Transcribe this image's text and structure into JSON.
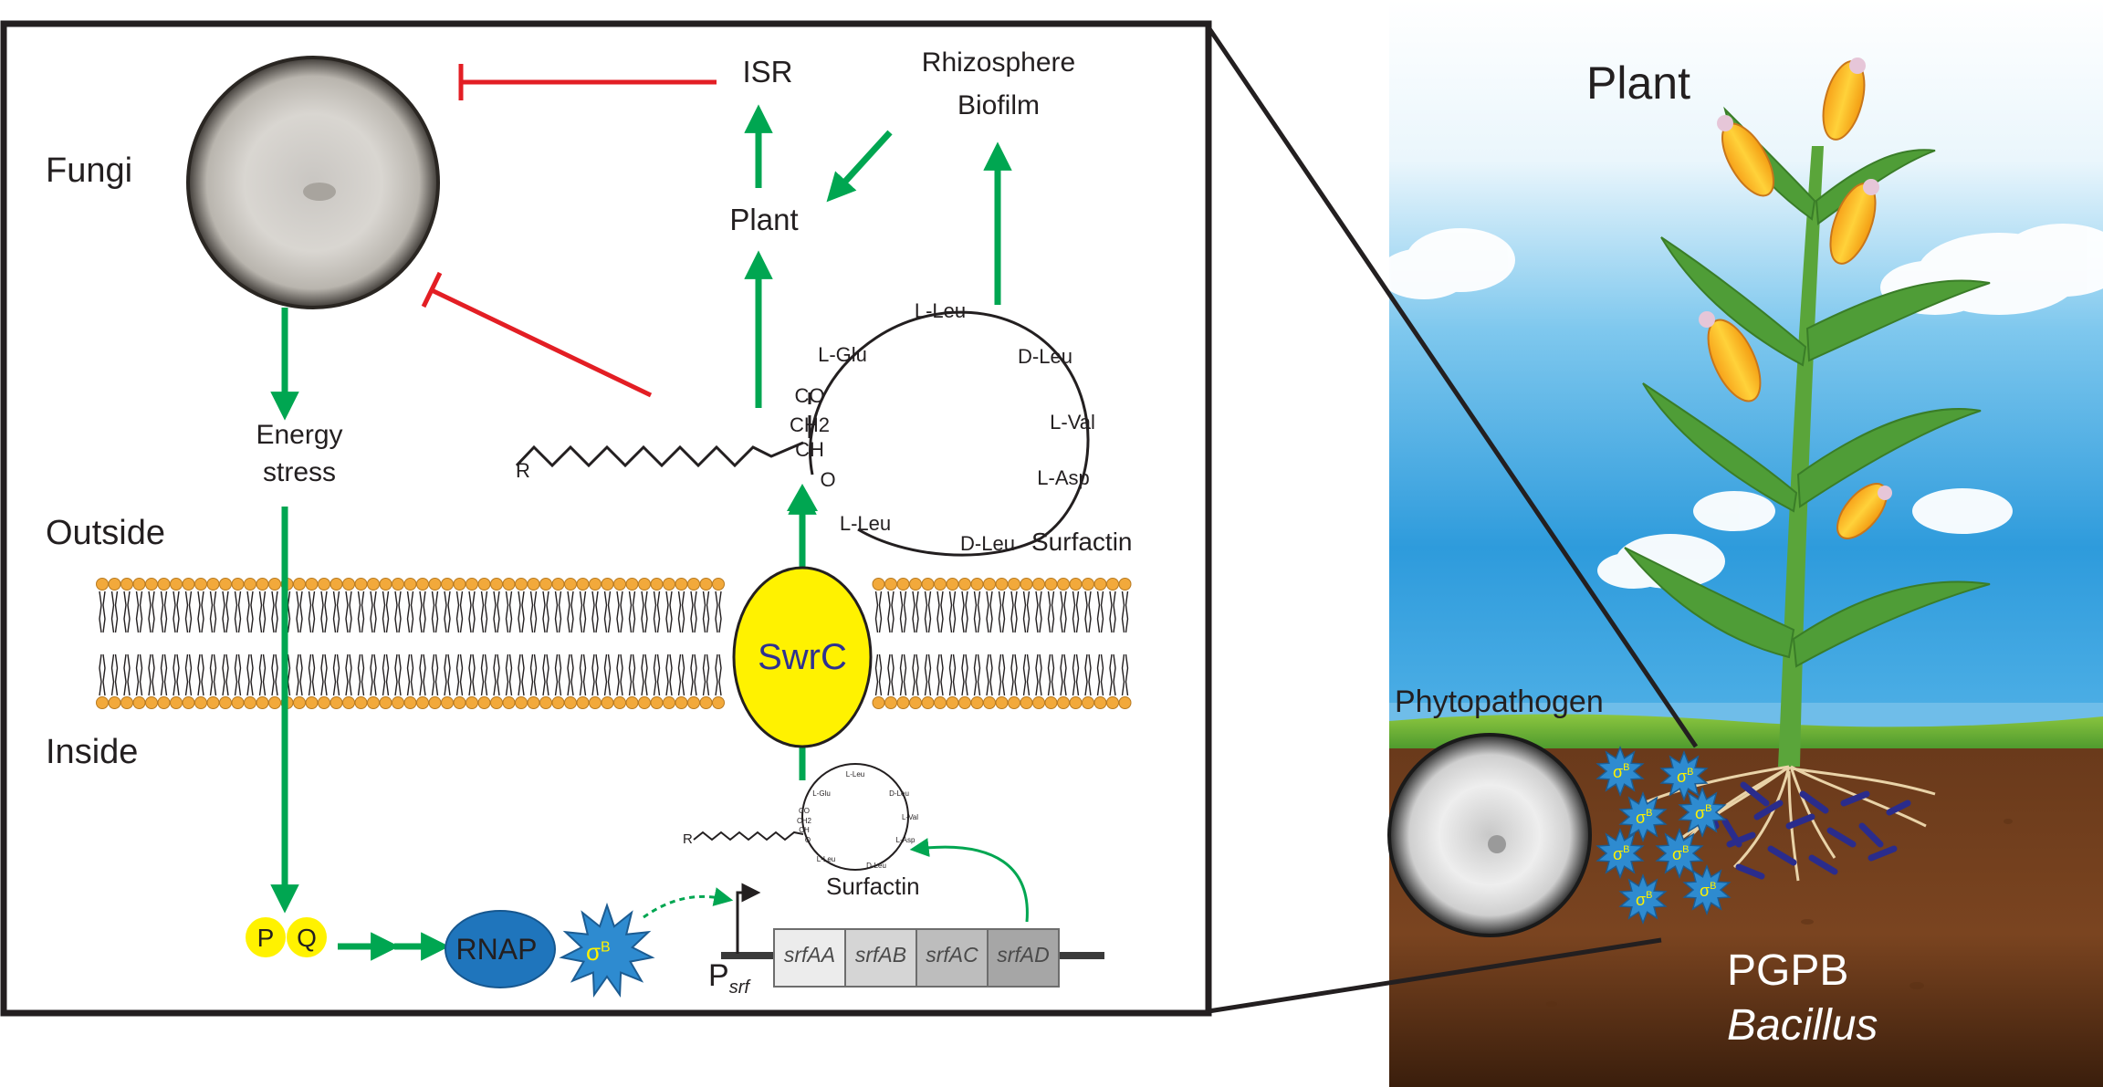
{
  "main_panel": {
    "fungi_label": "Fungi",
    "isr_label": "ISR",
    "rhizosphere_line1": "Rhizosphere",
    "rhizosphere_line2": "Biofilm",
    "plant_label": "Plant",
    "energy_line1": "Energy",
    "energy_line2": "stress",
    "outside_label": "Outside",
    "inside_label": "Inside",
    "swrc_label": "SwrC",
    "surfactin_label_large": "Surfactin",
    "surfactin_label_small": "Surfactin",
    "r_group": "R",
    "p_label": "P",
    "q_label": "Q",
    "rnap_label": "RNAP",
    "sigma_symbol": "σ",
    "sigma_super": "B",
    "promoter_label": "P",
    "promoter_sub": "srf",
    "genes": [
      "srfAA",
      "srfAB",
      "srfAC",
      "srfAD"
    ],
    "surfactin_ring_large": {
      "top": "L-Leu",
      "glu": "L-Glu",
      "dleu1": "D-Leu",
      "val": "L-Val",
      "asp": "L-Asp",
      "dleu2": "D-Leu",
      "leu_bottom": "L-Leu",
      "co": "CO",
      "ch2": "CH2",
      "ch": "CH",
      "o": "O"
    },
    "surfactin_ring_small": {
      "top": "L-Leu",
      "glu": "L-Glu",
      "dleu1": "D-Leu",
      "val": "L-Val",
      "asp": "L-Asp",
      "dleu2": "D-Leu",
      "leu_bottom": "L-Leu",
      "co": "CO",
      "ch2": "CH2",
      "ch": "CH",
      "o": "O",
      "r": "R"
    }
  },
  "side_panel": {
    "plant_title": "Plant",
    "phytopathogen_label": "Phytopathogen",
    "pgpb_label": "PGPB",
    "bacillus_label": "Bacillus",
    "bacterium_symbol": "σ",
    "bacterium_super": "B"
  },
  "colors": {
    "activation_green": "#00a651",
    "inhibition_red": "#e31e24",
    "swrc_yellow": "#fff200",
    "rnap_blue": "#1f75bc",
    "sigma_blue": "#2e8bd0",
    "sky_blue": "#3aa3e0",
    "soil_brown": "#6b3c1c",
    "lipid_head": "#f2a93b"
  }
}
